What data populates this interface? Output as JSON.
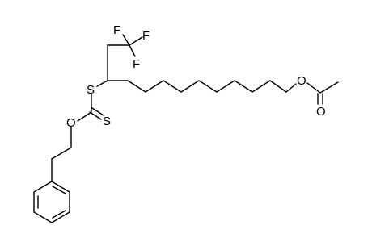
{
  "molecule": {
    "atoms": [
      {
        "id": "F1",
        "label": "F"
      },
      {
        "id": "F2",
        "label": "F"
      },
      {
        "id": "F3",
        "label": "F"
      },
      {
        "id": "S1",
        "label": "S"
      },
      {
        "id": "S2",
        "label": "S"
      },
      {
        "id": "O1",
        "label": "O"
      },
      {
        "id": "O2",
        "label": "O"
      },
      {
        "id": "O3",
        "label": "O"
      }
    ],
    "colors": {
      "bond": "#000000",
      "label": "#000000",
      "background": "#ffffff"
    }
  }
}
